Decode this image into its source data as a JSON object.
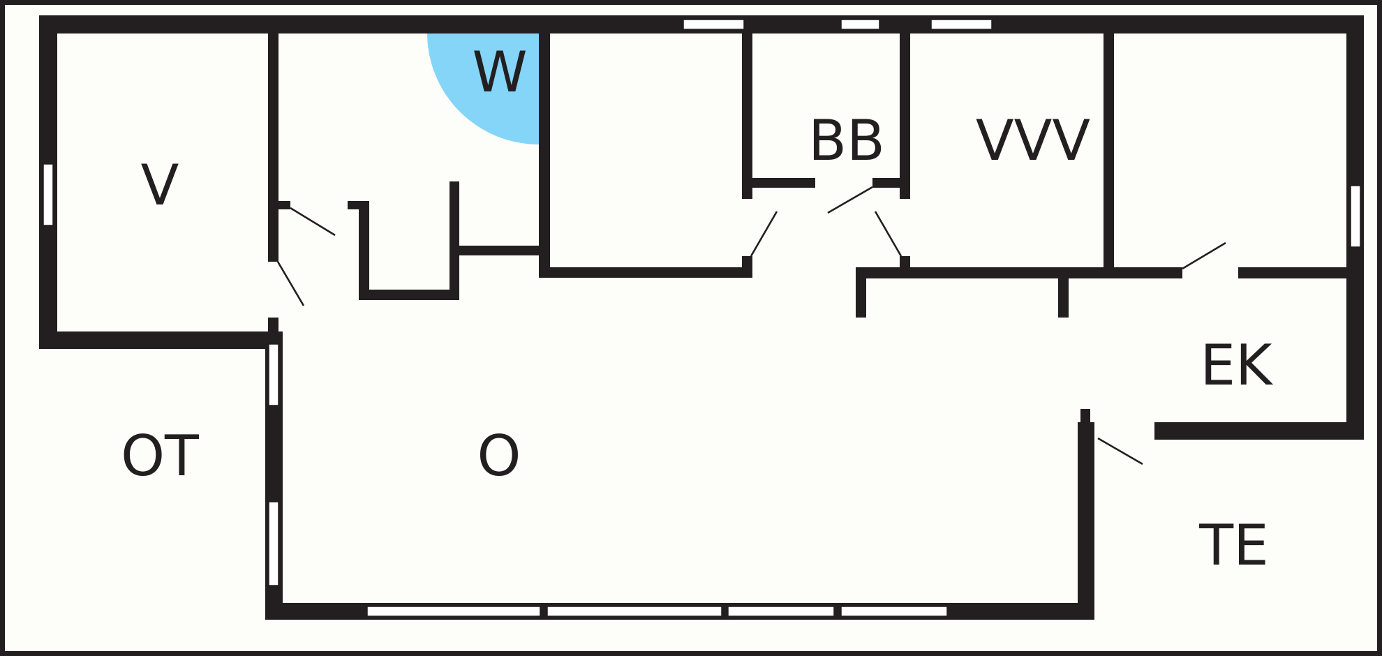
{
  "rooms": {
    "v": "V",
    "w": "W",
    "bb": "BB",
    "vvv": "VVV",
    "ek": "EK",
    "ot": "OT",
    "o": "O",
    "te": "TE"
  },
  "colors": {
    "background": "#fdfdf9",
    "wall": "#231f20",
    "highlight": "#84d5f7"
  }
}
